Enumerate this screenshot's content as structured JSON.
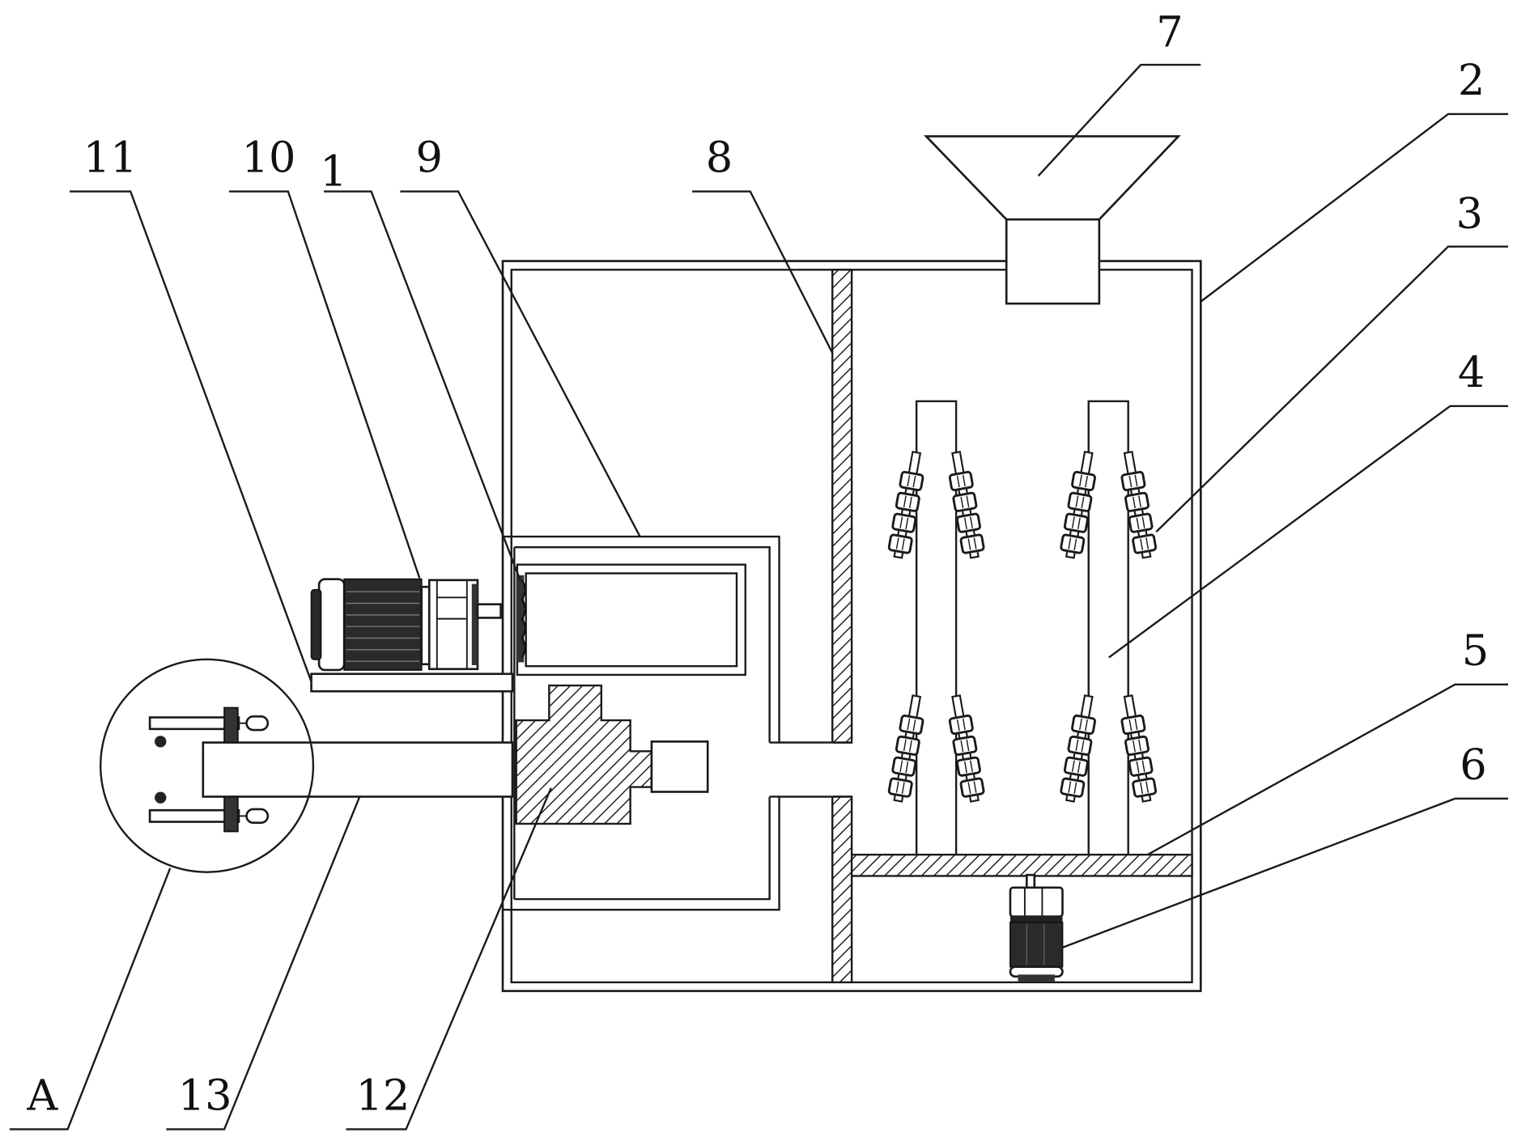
{
  "figure": {
    "type": "patent-style mechanical cross-section drawing",
    "components": [
      {
        "ref": "1",
        "label": "1",
        "part": "fan / impeller at duct inlet"
      },
      {
        "ref": "2",
        "label": "2",
        "part": "main housing (outer box)"
      },
      {
        "ref": "3",
        "label": "3",
        "part": "spray nozzle assemblies"
      },
      {
        "ref": "4",
        "label": "4",
        "part": "vertical supply pipes"
      },
      {
        "ref": "5",
        "label": "5",
        "part": "hatched support plate"
      },
      {
        "ref": "6",
        "label": "6",
        "part": "bottom pump motor"
      },
      {
        "ref": "7",
        "label": "7",
        "part": "feed hopper"
      },
      {
        "ref": "8",
        "label": "8",
        "part": "hatched partition wall"
      },
      {
        "ref": "9",
        "label": "9",
        "part": "air duct frame"
      },
      {
        "ref": "10",
        "label": "10",
        "part": "drive motor"
      },
      {
        "ref": "11",
        "label": "11",
        "part": "motor mounting plate"
      },
      {
        "ref": "12",
        "label": "12",
        "part": "hatched connecting block"
      },
      {
        "ref": "13",
        "label": "13",
        "part": "outlet pipe"
      },
      {
        "ref": "A",
        "label": "A",
        "part": "detail circle A (clamp assembly)"
      }
    ]
  }
}
